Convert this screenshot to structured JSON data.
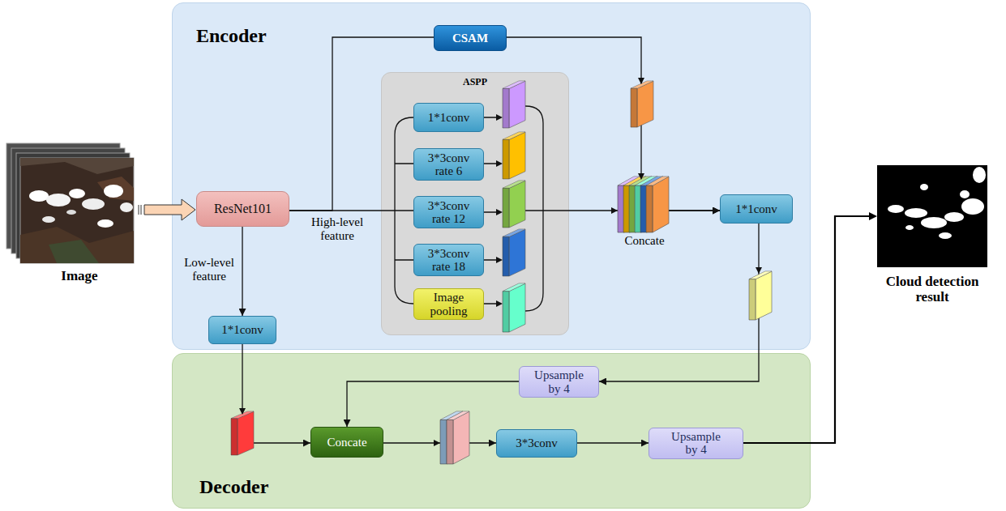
{
  "diagram": {
    "nodes": [
      {
        "text": [
          "Encoder"
        ]
      },
      {
        "text": [
          "CSAM"
        ],
        "in": 0
      },
      {
        "text": [
          "ResNet101"
        ],
        "in": 0
      },
      {
        "text": [
          "ASPP"
        ],
        "in": 0
      },
      {
        "text": [
          "1*1conv"
        ],
        "in": 3
      },
      {
        "text": [
          "3*3conv rate 6"
        ],
        "in": 3
      },
      {
        "text": [
          "3*3conv rate 12"
        ],
        "in": 3
      },
      {
        "text": [
          "3*3conv rate 18"
        ],
        "in": 3
      },
      {
        "text": [
          "Image pooling"
        ],
        "in": 3
      },
      {
        "text": [
          "1*1conv"
        ],
        "in": 0
      },
      {
        "text": [
          "1*1conv"
        ],
        "in": 0
      },
      {
        "text": [
          "Decoder"
        ]
      },
      {
        "text": [
          "Upsample by 4"
        ],
        "in": 11
      },
      {
        "text": [
          "Concate"
        ],
        "in": 11
      },
      {
        "text": [
          "3*3conv"
        ],
        "in": 11
      },
      {
        "text": [
          "Upsample by 4"
        ],
        "in": 11
      }
    ],
    "edges": [
      {
        "from": 2,
        "to": 1,
        "arrow": "none"
      },
      {
        "from": 2,
        "to": 3,
        "arrow": "none",
        "label": "High-level feature"
      },
      {
        "from": 2,
        "to": 10,
        "arrow": "to",
        "label": "Low-level feature"
      },
      {
        "from": 1,
        "to": 9,
        "arrow": "to"
      },
      {
        "from": 3,
        "to": 9,
        "arrow": "to"
      },
      {
        "from": 9,
        "to": 12,
        "arrow": "to"
      },
      {
        "from": 12,
        "to": 13,
        "arrow": "to"
      },
      {
        "from": 10,
        "to": 13,
        "arrow": "to"
      },
      {
        "from": 13,
        "to": 14,
        "arrow": "to"
      },
      {
        "from": 14,
        "to": 15,
        "arrow": "to"
      }
    ],
    "labels": [
      "Image",
      "Concate",
      "Cloud detection result"
    ]
  }
}
